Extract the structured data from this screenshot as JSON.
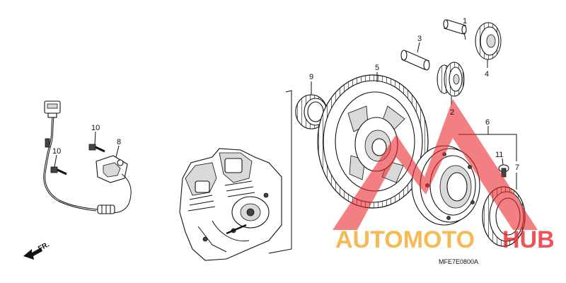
{
  "callouts": {
    "c1": "1",
    "c2": "2",
    "c3": "3",
    "c4": "4",
    "c5": "5",
    "c6": "6",
    "c7": "7",
    "c8": "8",
    "c9": "9",
    "c10a": "10",
    "c10b": "10",
    "c11": "11"
  },
  "direction_label": "FR.",
  "diagram_code": "MFE7E0800A",
  "watermark": {
    "part1": "AUTOMOTO",
    "part2": "HUB",
    "color_orange": "#f5a623",
    "color_red": "#e8252a"
  }
}
